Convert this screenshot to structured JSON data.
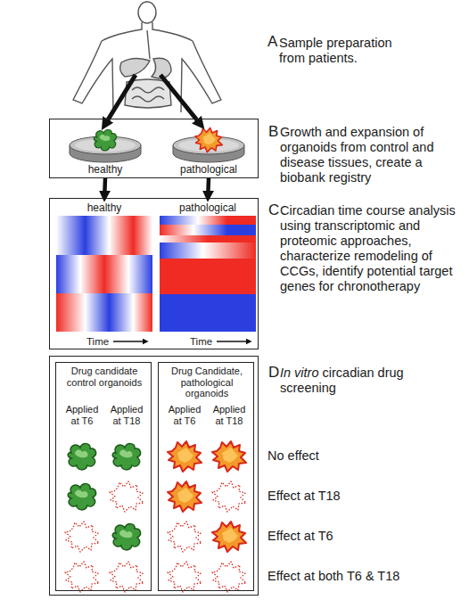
{
  "diagram": {
    "nodes": [
      {
        "text": [
          "B",
          "Growth and expansion of organoids from control and disease tissues, create a biobank registry"
        ]
      },
      {
        "text": [
          "healthy"
        ],
        "in": 0
      },
      {
        "text": [
          "pathological"
        ],
        "in": 0
      },
      {
        "text": [
          "C",
          "Circadian time course analysis using transcriptomic and proteomic approaches, characterize remodeling of CCGs, identify potential target genes for chronotherapy"
        ]
      },
      {
        "text": [
          "healthy",
          "Time"
        ],
        "in": 3
      },
      {
        "text": [
          "pathological",
          "Time"
        ],
        "in": 3
      },
      {
        "text": [
          "D",
          "In vitro",
          "circadian drug screening"
        ]
      },
      {
        "text": [
          "Drug candidate control organoids",
          "Applied at T6",
          "Applied at T18"
        ],
        "in": 6
      },
      {
        "text": [
          "Drug Candidate, pathological organoids",
          "Applied at T6",
          "Applied at T18"
        ],
        "in": 6
      }
    ],
    "edges": [
      {
        "from": 1,
        "to": 4,
        "arrow": "to"
      },
      {
        "from": 2,
        "to": 5,
        "arrow": "to"
      }
    ],
    "labels": [
      "A",
      "Sample preparation from patients.",
      "No effect",
      "Effect at T18",
      "Effect at T6",
      "Effect at both T6 & T18"
    ]
  }
}
